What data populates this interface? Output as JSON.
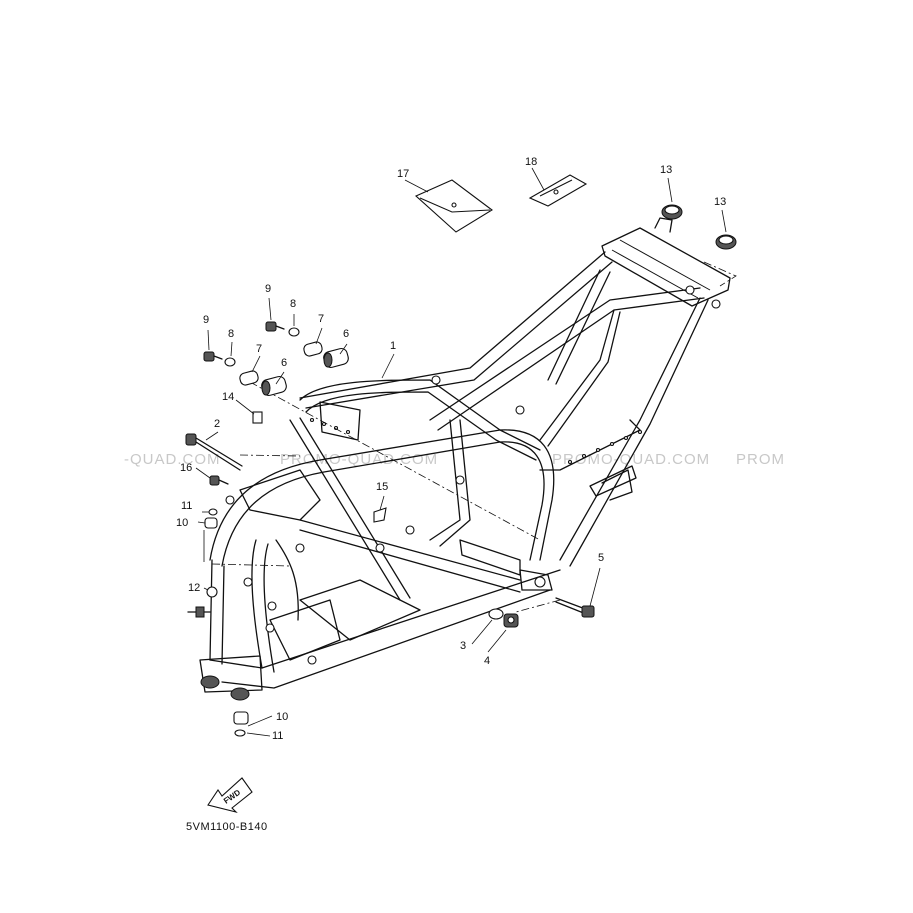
{
  "watermark": {
    "left": "-QUAD.COM",
    "mid1": "PROMO-QUAD.COM",
    "mid2": "PROMO-QUAD.COM",
    "right": "PROM"
  },
  "diagram_code": "5VM1100-B140",
  "fwd_label": "FWD",
  "callouts": {
    "c1": "1",
    "c2": "2",
    "c3": "3",
    "c4": "4",
    "c5": "5",
    "c6a": "6",
    "c6b": "6",
    "c7a": "7",
    "c7b": "7",
    "c8a": "8",
    "c8b": "8",
    "c9a": "9",
    "c9b": "9",
    "c10a": "10",
    "c10b": "10",
    "c11a": "11",
    "c11b": "11",
    "c12": "12",
    "c13a": "13",
    "c13b": "13",
    "c14": "14",
    "c15": "15",
    "c16": "16",
    "c17": "17",
    "c18": "18"
  }
}
